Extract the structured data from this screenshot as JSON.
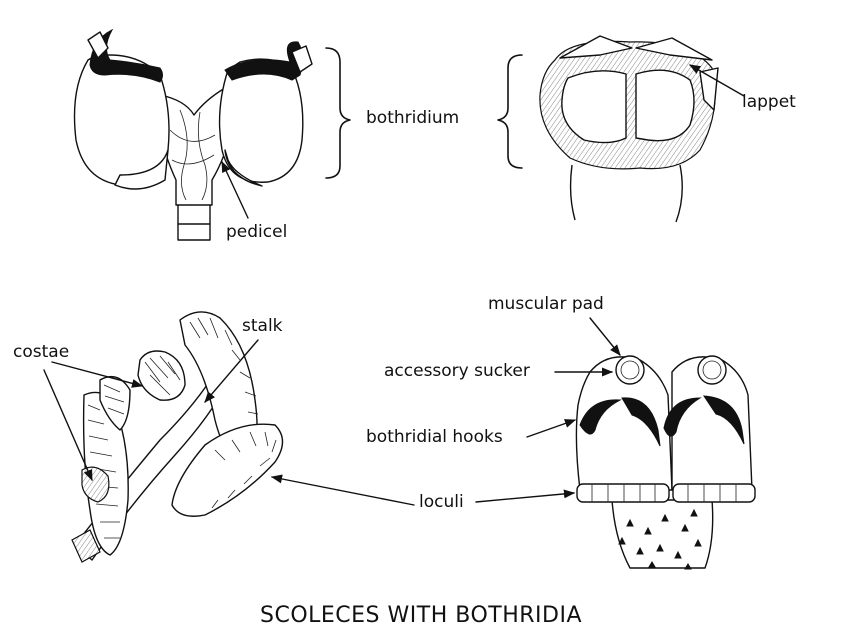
{
  "title": "SCOLECES WITH BOTHRIDIA",
  "labels": {
    "bothridium": "bothridium",
    "lappet": "lappet",
    "pedicel": "pedicel",
    "stalk": "stalk",
    "costae": "costae",
    "muscular_pad": "muscular pad",
    "accessory_sucker": "accessory sucker",
    "bothridial_hooks": "bothridial hooks",
    "loculi": "loculi"
  }
}
